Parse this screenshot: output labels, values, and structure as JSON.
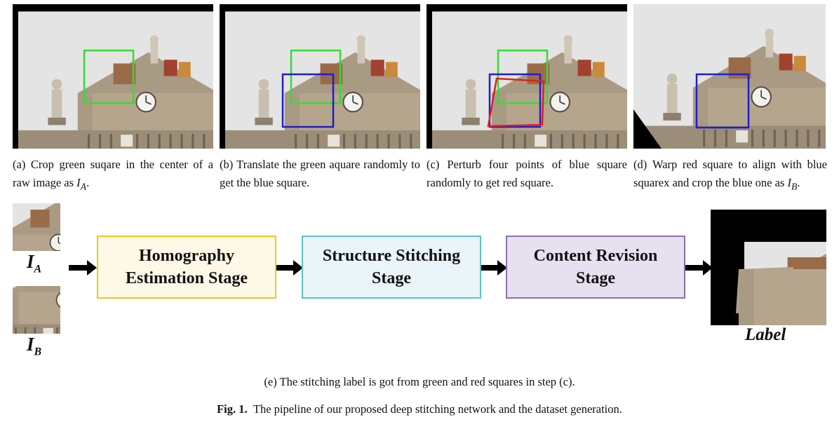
{
  "panels": [
    {
      "label": "(a)",
      "text": "Crop green suqare in the center of a raw image as ",
      "var": "I",
      "sub": "A",
      "end": "."
    },
    {
      "label": "(b)",
      "text": "Translate the green aquare randomly to get the blue square.",
      "var": "",
      "sub": "",
      "end": ""
    },
    {
      "label": "(c)",
      "text": "Perturb four points of blue square randomly to get red square.",
      "var": "",
      "sub": "",
      "end": ""
    },
    {
      "label": "(d)",
      "text": "Warp red square to align with blue squarex and crop the blue one as ",
      "var": "I",
      "sub": "B",
      "end": "."
    }
  ],
  "inputs": {
    "a_var": "I",
    "a_sub": "A",
    "b_var": "I",
    "b_sub": "B"
  },
  "stages": [
    {
      "line1": "Homography",
      "line2": "Estimation Stage",
      "border": "#f5c518",
      "fill": "#fef9e6"
    },
    {
      "line1": "Structure Stitching",
      "line2": "Stage",
      "border": "#5bc0cf",
      "fill": "#e9f5f8"
    },
    {
      "line1": "Content Revision",
      "line2": "Stage",
      "border": "#8e6fb4",
      "fill": "#e6e0ef"
    }
  ],
  "output_label": "Label",
  "caption_e": "(e)  The stitching label is got from green and red squares in step (c).",
  "figure": {
    "number": "Fig. 1.",
    "text": "The pipeline of our proposed deep stitching network and the dataset generation."
  },
  "colors": {
    "green": "#33dd33",
    "blue": "#1f1fcc",
    "red": "#e02020",
    "frame": "#000000"
  }
}
